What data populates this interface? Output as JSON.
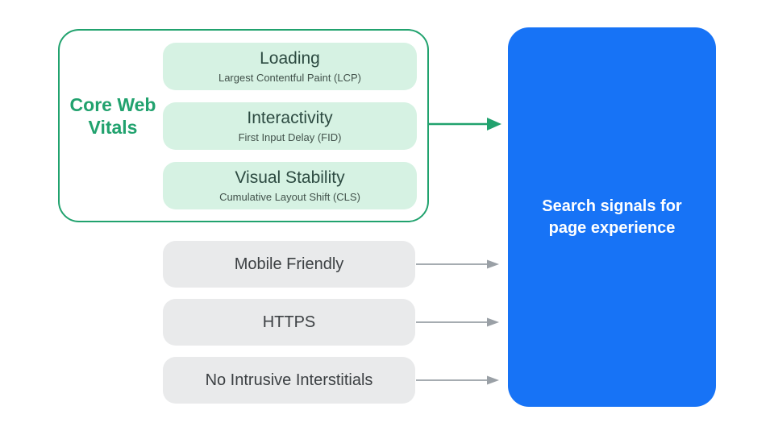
{
  "colors": {
    "green": "#21a26e",
    "green_light": "#d6f2e3",
    "green_text": "#2c4a41",
    "green_subtext": "#41514a",
    "blue": "#1773f6",
    "gray_pill": "#e9eaeb",
    "gray_text": "#3c4043",
    "gray_arrow": "#9aa0a6"
  },
  "core_web_vitals": {
    "label": "Core Web Vitals",
    "items": [
      {
        "title": "Loading",
        "subtitle": "Largest Contentful Paint (LCP)"
      },
      {
        "title": "Interactivity",
        "subtitle": "First Input Delay (FID)"
      },
      {
        "title": "Visual Stability",
        "subtitle": "Cumulative Layout Shift (CLS)"
      }
    ]
  },
  "other_signals": [
    {
      "label": "Mobile Friendly"
    },
    {
      "label": "HTTPS"
    },
    {
      "label": "No Intrusive Interstitials"
    }
  ],
  "result": {
    "label": "Search signals for page experience"
  }
}
